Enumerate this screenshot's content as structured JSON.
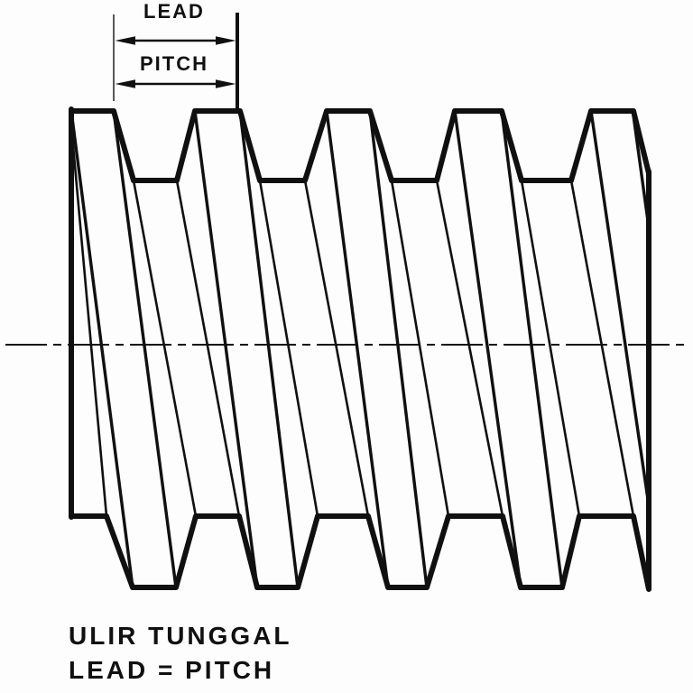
{
  "figure": {
    "background_color": "#fdfdfd",
    "ink_color": "#101010"
  },
  "dimension_annotation": {
    "lead_label": "LEAD",
    "pitch_label": "PITCH"
  },
  "caption": {
    "line1": "ULIR TUNGGAL",
    "line2": "LEAD = PITCH"
  }
}
